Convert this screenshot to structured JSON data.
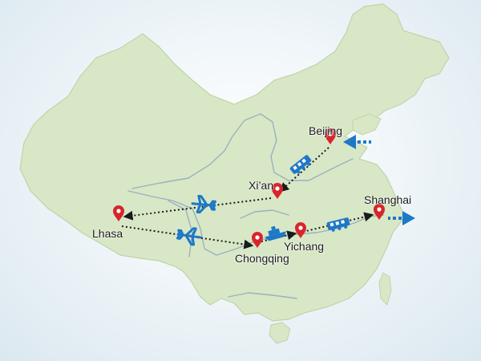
{
  "map": {
    "colors": {
      "land": "#d8e7c6",
      "land_edge": "#c1d3aa",
      "river": "#9bb1bf",
      "pin": "#d9242b",
      "route": "#1a1a1a",
      "transport": "#1e78c8"
    },
    "cities": [
      {
        "id": "beijing",
        "name": "Beijing"
      },
      {
        "id": "xian",
        "name": "Xi’an"
      },
      {
        "id": "lhasa",
        "name": "Lhasa"
      },
      {
        "id": "chongqing",
        "name": "Chongqing"
      },
      {
        "id": "yichang",
        "name": "Yichang"
      },
      {
        "id": "shanghai",
        "name": "Shanghai"
      }
    ],
    "routes": [
      {
        "from": "beijing",
        "to": "xian",
        "mode": "train"
      },
      {
        "from": "xian",
        "to": "lhasa",
        "mode": "plane"
      },
      {
        "from": "lhasa",
        "to": "chongqing",
        "mode": "plane"
      },
      {
        "from": "chongqing",
        "to": "yichang",
        "mode": "cruise"
      },
      {
        "from": "yichang",
        "to": "shanghai",
        "mode": "train"
      }
    ],
    "entry": {
      "city": "beijing",
      "icon": "arrival-arrow-icon"
    },
    "exit": {
      "city": "shanghai",
      "icon": "departure-arrow-icon"
    }
  }
}
